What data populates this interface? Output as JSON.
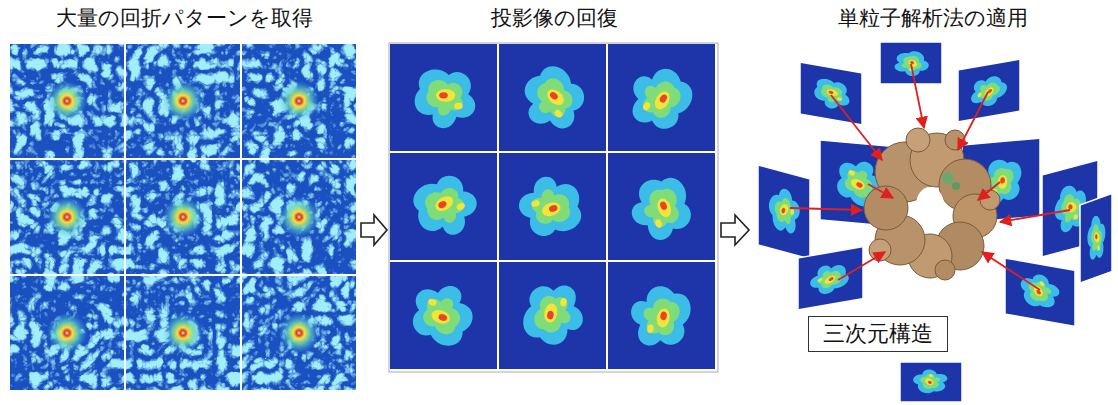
{
  "diagram": {
    "nodes": [
      {
        "text": [
          "大量の回折パターンを取得"
        ]
      },
      {
        "text": [
          "投影像の回復"
        ]
      },
      {
        "text": [
          "単粒子解析法の適用"
        ]
      },
      {
        "text": [
          "三次元構造"
        ],
        "in": 2
      }
    ],
    "edges": [
      {
        "from": 0,
        "to": 1,
        "arrow": "to"
      },
      {
        "from": 1,
        "to": 2,
        "arrow": "to"
      }
    ]
  }
}
